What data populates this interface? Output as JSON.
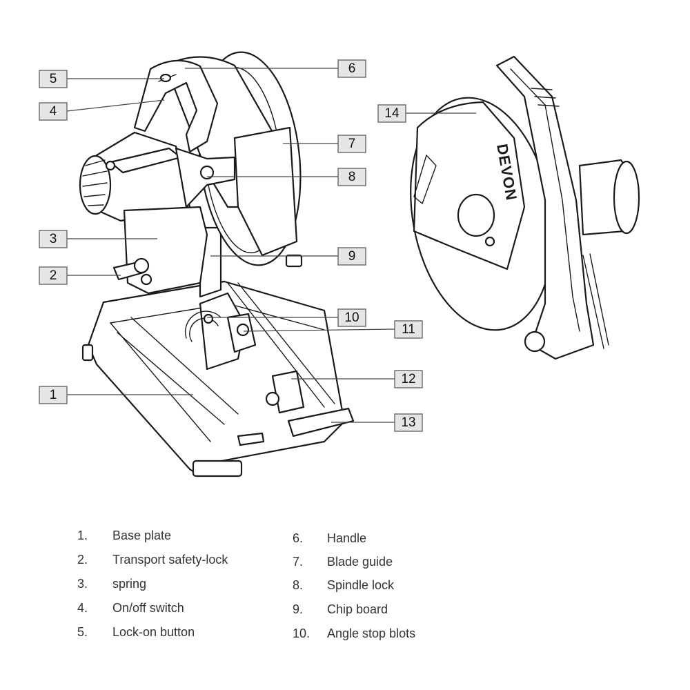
{
  "callouts": {
    "c1": "1",
    "c2": "2",
    "c3": "3",
    "c4": "4",
    "c5": "5",
    "c6": "6",
    "c7": "7",
    "c8": "8",
    "c9": "9",
    "c10": "10",
    "c11": "11",
    "c12": "12",
    "c13": "13",
    "c14": "14"
  },
  "brand_text": "DEVON",
  "legend": {
    "left": [
      {
        "num": "1.",
        "text": "Base plate"
      },
      {
        "num": "2.",
        "text": "Transport safety-lock"
      },
      {
        "num": "3.",
        "text": "spring"
      },
      {
        "num": "4.",
        "text": "On/off switch"
      },
      {
        "num": "5.",
        "text": "Lock-on button"
      }
    ],
    "right": [
      {
        "num": "6.",
        "text": "Handle"
      },
      {
        "num": "7.",
        "text": "Blade guide"
      },
      {
        "num": "8.",
        "text": "Spindle lock"
      },
      {
        "num": "9.",
        "text": "Chip board"
      },
      {
        "num": "10.",
        "text": "Angle stop blots"
      }
    ]
  }
}
